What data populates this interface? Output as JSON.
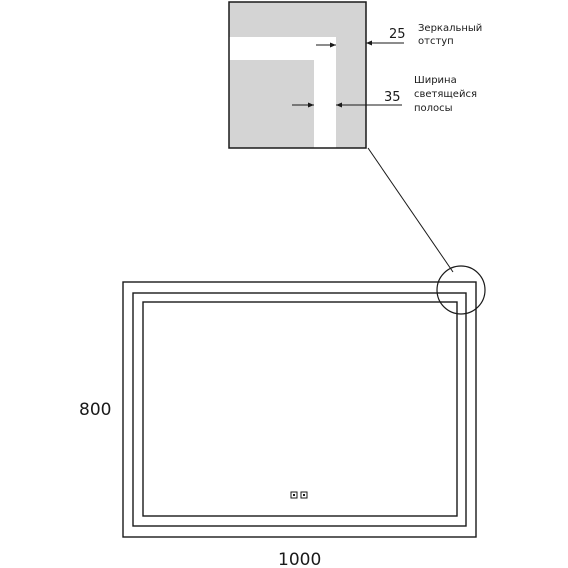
{
  "detail": {
    "offset_value": "25",
    "offset_label_line1": "Зеркальный",
    "offset_label_line2": "отступ",
    "strip_value": "35",
    "strip_label_line1": "Ширина",
    "strip_label_line2": "светящейся",
    "strip_label_line3": "полосы"
  },
  "mirror": {
    "width": "1000",
    "height": "800"
  },
  "colors": {
    "line": "#1a1a1a",
    "panel_grey": "#d4d4d4",
    "glow_white": "#ffffff"
  }
}
